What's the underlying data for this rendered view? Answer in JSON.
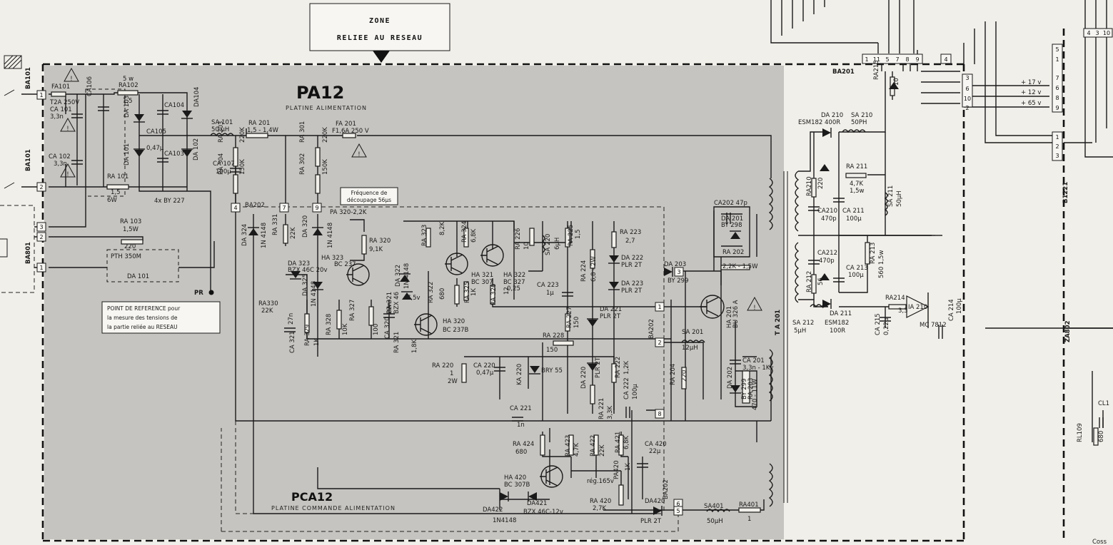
{
  "zone": {
    "line1": "ZONE",
    "line2": "RELIEE AU RESEAU"
  },
  "boards": {
    "pa12": "PA12",
    "pa12_sub": "PLATINE ALIMENTATION",
    "pca12": "PCA12",
    "pca12_sub": "PLATINE COMMANDE ALIMENTATION"
  },
  "notes": {
    "ref_line1": "POINT DE REFERENCE pour",
    "ref_line2": "la mesure des tensions de",
    "ref_line3": "la partie reliée au RESEAU",
    "freq_line1": "Fréquence de",
    "freq_line2": "découpage 56µs",
    "pr": "PR"
  },
  "connectors": {
    "ba101_top": "BA101",
    "ba101_mid": "BA101",
    "ba801": "BA801",
    "ba201": "BA201",
    "ba202": "BA202",
    "b1221": "B1221",
    "za802": "ZA802",
    "ta201": "T A 201"
  },
  "components": [
    {
      "id": "fa101",
      "text": "FA101"
    },
    {
      "id": "fa101v",
      "text": "T2A 250V"
    },
    {
      "id": "ca101",
      "text": "CA 101"
    },
    {
      "id": "ca101v",
      "text": "3,3n"
    },
    {
      "id": "ca102",
      "text": "CA 102"
    },
    {
      "id": "ca102v",
      "text": "3,3n"
    },
    {
      "id": "ca106",
      "text": "CA106"
    },
    {
      "id": "ra102",
      "text": "RA102"
    },
    {
      "id": "ra102w",
      "text": "5 w"
    },
    {
      "id": "ra102v",
      "text": "1,5"
    },
    {
      "id": "da103",
      "text": "DA 103"
    },
    {
      "id": "da104",
      "text": "DA104"
    },
    {
      "id": "ca104",
      "text": "CA104"
    },
    {
      "id": "ca105",
      "text": "CA105"
    },
    {
      "id": "ca105v",
      "text": "0,47µ"
    },
    {
      "id": "ca103",
      "text": "CA103"
    },
    {
      "id": "da102",
      "text": "DA 102"
    },
    {
      "id": "da101",
      "text": "DA 101"
    },
    {
      "id": "bridge",
      "text": "4x BY 227"
    },
    {
      "id": "ra101",
      "text": "RA 101"
    },
    {
      "id": "ra101v",
      "text": "1,5"
    },
    {
      "id": "ra101w",
      "text": "6W"
    },
    {
      "id": "sa101",
      "text": "SA 101"
    },
    {
      "id": "sa101v",
      "text": "50 µH"
    },
    {
      "id": "ra201",
      "text": "RA 201"
    },
    {
      "id": "ra201v",
      "text": "1,5 - 1,4W"
    },
    {
      "id": "ra303",
      "text": "RA 303"
    },
    {
      "id": "ra303v",
      "text": "220K"
    },
    {
      "id": "ra301",
      "text": "RA 301"
    },
    {
      "id": "ra301v",
      "text": "220K"
    },
    {
      "id": "ra304",
      "text": "RA 304"
    },
    {
      "id": "ra304v",
      "text": "150K"
    },
    {
      "id": "ra302",
      "text": "RA 302"
    },
    {
      "id": "ra302v",
      "text": "150K"
    },
    {
      "id": "ca107",
      "text": "CA 107"
    },
    {
      "id": "ca107v",
      "text": "100µ"
    },
    {
      "id": "fa201",
      "text": "FA 201"
    },
    {
      "id": "fa201v",
      "text": "F1,6A 250 V"
    },
    {
      "id": "ra103",
      "text": "RA 103"
    },
    {
      "id": "ra103w",
      "text": "1,5W"
    },
    {
      "id": "ra103v",
      "text": "220"
    },
    {
      "id": "pth",
      "text": "PTH 350M"
    },
    {
      "id": "da101b",
      "text": "DA 101"
    },
    {
      "id": "da324",
      "text": "DA 324"
    },
    {
      "id": "n4148a",
      "text": "1N 4148"
    },
    {
      "id": "ra331",
      "text": "RA 331"
    },
    {
      "id": "ra331v",
      "text": "22K"
    },
    {
      "id": "da320",
      "text": "DA 320"
    },
    {
      "id": "n4148b",
      "text": "1N 4148"
    },
    {
      "id": "pa320",
      "text": "PA 320-2,2K"
    },
    {
      "id": "ra320",
      "text": "RA 320"
    },
    {
      "id": "ra320v",
      "text": "9,1K"
    },
    {
      "id": "da323",
      "text": "DA 323"
    },
    {
      "id": "da323v",
      "text": "BZX 46C 20v"
    },
    {
      "id": "ha323",
      "text": "HA 323"
    },
    {
      "id": "ha323v",
      "text": "BC 237"
    },
    {
      "id": "da325",
      "text": "DA 325"
    },
    {
      "id": "n4148c",
      "text": "1N 4148"
    },
    {
      "id": "ra330",
      "text": "RA330"
    },
    {
      "id": "ra330v",
      "text": "22K"
    },
    {
      "id": "ra329",
      "text": "RA 329"
    },
    {
      "id": "ra329v",
      "text": "1K"
    },
    {
      "id": "ra328",
      "text": "RA 328"
    },
    {
      "id": "ra328v",
      "text": "10K"
    },
    {
      "id": "ra327",
      "text": "RA 327"
    },
    {
      "id": "ra327v",
      "text": "100"
    },
    {
      "id": "ca321",
      "text": "CA 321"
    },
    {
      "id": "ca321v",
      "text": "27n"
    },
    {
      "id": "ca320",
      "text": "CA 320"
    },
    {
      "id": "ca320v",
      "text": "22n"
    },
    {
      "id": "da321",
      "text": "DA 321"
    },
    {
      "id": "da321v",
      "text": "BZX 46"
    },
    {
      "id": "da322",
      "text": "DA 322"
    },
    {
      "id": "n4148d",
      "text": "1N 4148"
    },
    {
      "id": "v75",
      "text": "7,5v"
    },
    {
      "id": "ra321",
      "text": "RA 321"
    },
    {
      "id": "ra321v",
      "text": "1,8K"
    },
    {
      "id": "ha320",
      "text": "HA 320"
    },
    {
      "id": "ha320v",
      "text": "BC 237B"
    },
    {
      "id": "ra323",
      "text": "RA 323"
    },
    {
      "id": "ra323v",
      "text": "8,2K"
    },
    {
      "id": "ra324",
      "text": "RA 324"
    },
    {
      "id": "ra324v",
      "text": "6,8K"
    },
    {
      "id": "ra322",
      "text": "RA 322"
    },
    {
      "id": "ra322v",
      "text": "680"
    },
    {
      "id": "ra325",
      "text": "RA 325"
    },
    {
      "id": "ra325v",
      "text": "1K"
    },
    {
      "id": "ha321",
      "text": "HA 321"
    },
    {
      "id": "ha321v",
      "text": "BC 307"
    },
    {
      "id": "ha322",
      "text": "HA 322"
    },
    {
      "id": "ha322v",
      "text": "BC 327"
    },
    {
      "id": "v025",
      "text": "0,25"
    },
    {
      "id": "ra326",
      "text": "RA 326"
    },
    {
      "id": "ra326v",
      "text": "12"
    },
    {
      "id": "ra226",
      "text": "RA 226"
    },
    {
      "id": "ra226v",
      "text": "10"
    },
    {
      "id": "sa220",
      "text": "SA 220"
    },
    {
      "id": "sa220v",
      "text": "6µH"
    },
    {
      "id": "ra225",
      "text": "RA 225"
    },
    {
      "id": "ra225v",
      "text": "1,5"
    },
    {
      "id": "ra223",
      "text": "RA 223"
    },
    {
      "id": "ra223v",
      "text": "2,7"
    },
    {
      "id": "da222",
      "text": "DA 222"
    },
    {
      "id": "plr2t_a",
      "text": "PLR 2T"
    },
    {
      "id": "da223",
      "text": "DA 223"
    },
    {
      "id": "plr2t_b",
      "text": "PLR 2T"
    },
    {
      "id": "ca223",
      "text": "CA 223"
    },
    {
      "id": "ca223v",
      "text": "1µ"
    },
    {
      "id": "ra224",
      "text": "RA 224"
    },
    {
      "id": "ra224v",
      "text": "6,8 - 2W"
    },
    {
      "id": "ra227",
      "text": "RA 227"
    },
    {
      "id": "ra227v",
      "text": "150"
    },
    {
      "id": "da221",
      "text": "DA 221"
    },
    {
      "id": "plr2t_c",
      "text": "PLR 2T"
    },
    {
      "id": "ra228",
      "text": "RA 228"
    },
    {
      "id": "ra228v",
      "text": "150"
    },
    {
      "id": "ra220",
      "text": "RA 220"
    },
    {
      "id": "ra220v",
      "text": "1"
    },
    {
      "id": "ra220w",
      "text": "2W"
    },
    {
      "id": "ca220",
      "text": "CA 220"
    },
    {
      "id": "ca220v",
      "text": "0,47µ"
    },
    {
      "id": "ka220",
      "text": "KA 220"
    },
    {
      "id": "bry55",
      "text": "BRY 55"
    },
    {
      "id": "da220",
      "text": "DA 220"
    },
    {
      "id": "plr2t_d",
      "text": "PLR 2T"
    },
    {
      "id": "ra222",
      "text": "RA 222"
    },
    {
      "id": "ra222v",
      "text": "1,2K"
    },
    {
      "id": "ra221",
      "text": "RA 221"
    },
    {
      "id": "ra221v",
      "text": "3,3K"
    },
    {
      "id": "ca222",
      "text": "CA 222"
    },
    {
      "id": "ca222v",
      "text": "100µ"
    },
    {
      "id": "ca221",
      "text": "CA 221"
    },
    {
      "id": "ca221v",
      "text": "1n"
    },
    {
      "id": "ca202",
      "text": "CA202 47p"
    },
    {
      "id": "da201",
      "text": "DA 201"
    },
    {
      "id": "da201v",
      "text": "BY 298"
    },
    {
      "id": "ra202",
      "text": "RA 202"
    },
    {
      "id": "ra202v",
      "text": "2,2K - 1,5W"
    },
    {
      "id": "da203",
      "text": "DA 203"
    },
    {
      "id": "da203v",
      "text": "BY 299"
    },
    {
      "id": "ha201",
      "text": "HA 201"
    },
    {
      "id": "ha201v",
      "text": "BU 326 A"
    },
    {
      "id": "sa201",
      "text": "SA 201"
    },
    {
      "id": "sa201v",
      "text": "12µH"
    },
    {
      "id": "ra204",
      "text": "RA 204"
    },
    {
      "id": "ra204v",
      "text": "220"
    },
    {
      "id": "ca201",
      "text": "CA 201"
    },
    {
      "id": "ca201v",
      "text": "3,3n - 1Kv"
    },
    {
      "id": "da202",
      "text": "DA 202"
    },
    {
      "id": "da202v",
      "text": "BY 299"
    },
    {
      "id": "ra203",
      "text": "RA 203"
    },
    {
      "id": "ra203v",
      "text": "470 - 11W"
    },
    {
      "id": "ra424",
      "text": "RA 424"
    },
    {
      "id": "ra424v",
      "text": "680"
    },
    {
      "id": "ra423",
      "text": "RA 423"
    },
    {
      "id": "ra423v",
      "text": "4,7K"
    },
    {
      "id": "ra422",
      "text": "RA 422"
    },
    {
      "id": "ra422v",
      "text": "22K"
    },
    {
      "id": "ra421",
      "text": "RA 421"
    },
    {
      "id": "ra421v",
      "text": "6,8K"
    },
    {
      "id": "ca420",
      "text": "CA 420"
    },
    {
      "id": "ca420v",
      "text": "22µ"
    },
    {
      "id": "pa420",
      "text": "PA420"
    },
    {
      "id": "pa420v",
      "text": "1K"
    },
    {
      "id": "reg",
      "text": "rég.165v"
    },
    {
      "id": "ha420",
      "text": "HA 420"
    },
    {
      "id": "ha420v",
      "text": "BC 307B"
    },
    {
      "id": "da422",
      "text": "DA422"
    },
    {
      "id": "n4148e",
      "text": "1N4148"
    },
    {
      "id": "da421",
      "text": "DA421"
    },
    {
      "id": "da421v",
      "text": "BZX 46C-12v"
    },
    {
      "id": "ra420",
      "text": "RA 420"
    },
    {
      "id": "ra420v",
      "text": "2,7K"
    },
    {
      "id": "da420",
      "text": "DA420"
    },
    {
      "id": "plr2t_e",
      "text": "PLR 2T"
    },
    {
      "id": "sa401",
      "text": "SA401"
    },
    {
      "id": "sa401v",
      "text": "50µH"
    },
    {
      "id": "ra401",
      "text": "RA401"
    },
    {
      "id": "ra401v",
      "text": "1"
    },
    {
      "id": "da210",
      "text": "DA 210"
    },
    {
      "id": "da210v",
      "text": "ESM182 400R"
    },
    {
      "id": "sa210",
      "text": "SA 210"
    },
    {
      "id": "sa210v",
      "text": "50PH"
    },
    {
      "id": "ra215",
      "text": "RA215"
    },
    {
      "id": "ra215v",
      "text": "10"
    },
    {
      "id": "ra210",
      "text": "RA210"
    },
    {
      "id": "ra210v",
      "text": "220"
    },
    {
      "id": "ra211",
      "text": "RA 211"
    },
    {
      "id": "ra211v",
      "text": "4,7K"
    },
    {
      "id": "ra211w",
      "text": "1,5w"
    },
    {
      "id": "sa211",
      "text": "SA 211"
    },
    {
      "id": "sa211v",
      "text": "50µH"
    },
    {
      "id": "ca210",
      "text": "CA210"
    },
    {
      "id": "ca210v",
      "text": "470p"
    },
    {
      "id": "ca211",
      "text": "CA 211"
    },
    {
      "id": "ca211v",
      "text": "100µ"
    },
    {
      "id": "ca212",
      "text": "CA212"
    },
    {
      "id": "ca212v",
      "text": "470p"
    },
    {
      "id": "ra213",
      "text": "RA 213"
    },
    {
      "id": "ra213v",
      "text": "560 1,5w"
    },
    {
      "id": "ra212",
      "text": "RA 212"
    },
    {
      "id": "ra212v",
      "text": "56"
    },
    {
      "id": "ca213",
      "text": "CA 213"
    },
    {
      "id": "ca213v",
      "text": "100µ"
    },
    {
      "id": "ra214",
      "text": "RA214"
    },
    {
      "id": "ra214v",
      "text": "3,3"
    },
    {
      "id": "ia210",
      "text": "IA 210"
    },
    {
      "id": "mc7812",
      "text": "MC 7812"
    },
    {
      "id": "ca214",
      "text": "CA 214"
    },
    {
      "id": "ca214v",
      "text": "100µ"
    },
    {
      "id": "ca215",
      "text": "CA 215"
    },
    {
      "id": "ca215v",
      "text": "0,22µ"
    },
    {
      "id": "da211",
      "text": "DA 211"
    },
    {
      "id": "da211v",
      "text": "ESM182"
    },
    {
      "id": "da211r",
      "text": "100R"
    },
    {
      "id": "sa212",
      "text": "SA 212"
    },
    {
      "id": "sa212v",
      "text": "5µH"
    },
    {
      "id": "v17",
      "text": "+ 17 v"
    },
    {
      "id": "v12",
      "text": "+ 12 v"
    },
    {
      "id": "v65",
      "text": "+ 65 v"
    },
    {
      "id": "cl1",
      "text": "CL1"
    },
    {
      "id": "rl109",
      "text": "RL109"
    },
    {
      "id": "rl109v",
      "text": "680"
    },
    {
      "id": "coss",
      "text": "Coss"
    }
  ],
  "pins": {
    "ba201_pins": [
      "1",
      "11",
      "5",
      "7",
      "8",
      "9"
    ],
    "p4": "4",
    "right_pins": [
      "5",
      "1",
      "7",
      "6",
      "8",
      "9"
    ],
    "b1221_pins": [
      "1",
      "2",
      "3"
    ],
    "mid_pins": [
      "3",
      "6",
      "10",
      "2"
    ],
    "top_right": [
      "4",
      "3",
      "10"
    ]
  },
  "colors": {
    "shade": "#c6c4c0",
    "paper": "#f1efe9",
    "ink": "#1a1a1a"
  }
}
